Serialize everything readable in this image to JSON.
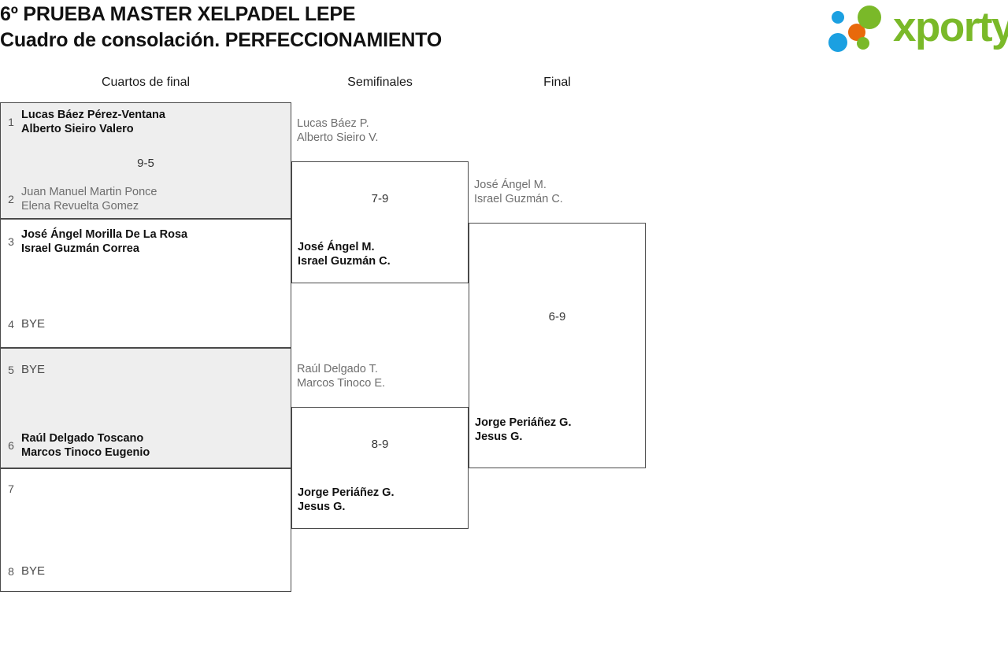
{
  "header": {
    "title_line1": "6º PRUEBA MASTER XELPADEL LEPE",
    "title_line2": "Cuadro de consolación. PERFECCIONAMIENTO"
  },
  "brand": {
    "name": "xporty",
    "colors": {
      "green": "#7ab929",
      "blue": "#1ba0e1",
      "orange": "#e8690b"
    }
  },
  "columns": {
    "round1": "Cuartos de final",
    "round2": "Semifinales",
    "round3": "Final"
  },
  "bracket": {
    "round1": [
      {
        "score": "9-5",
        "shaded": true,
        "top": {
          "seed": "1",
          "line1": "Lucas Báez Pérez-Ventana",
          "line2": "Alberto Sieiro Valero",
          "status": "winner"
        },
        "bottom": {
          "seed": "2",
          "line1": "Juan Manuel Martin Ponce",
          "line2": "Elena Revuelta Gomez",
          "status": "loser"
        }
      },
      {
        "score": "",
        "shaded": false,
        "top": {
          "seed": "3",
          "line1": "José Ángel Morilla De La Rosa",
          "line2": "Israel Guzmán Correa",
          "status": "winner"
        },
        "bottom": {
          "seed": "4",
          "line1": "BYE",
          "line2": "",
          "status": "bye"
        }
      },
      {
        "score": "",
        "shaded": true,
        "top": {
          "seed": "5",
          "line1": "BYE",
          "line2": "",
          "status": "bye"
        },
        "bottom": {
          "seed": "6",
          "line1": "Raúl Delgado Toscano",
          "line2": "Marcos Tinoco Eugenio",
          "status": "winner"
        }
      },
      {
        "score": "",
        "shaded": false,
        "top": {
          "seed": "7",
          "line1": "",
          "line2": "",
          "status": "empty"
        },
        "bottom": {
          "seed": "8",
          "line1": "BYE",
          "line2": "",
          "status": "bye"
        }
      }
    ],
    "round2": [
      {
        "score": "7-9",
        "top": {
          "line1": "Lucas Báez P.",
          "line2": "Alberto Sieiro V.",
          "status": "loser"
        },
        "bottom": {
          "line1": "José Ángel M.",
          "line2": "Israel Guzmán C.",
          "status": "winner"
        }
      },
      {
        "score": "8-9",
        "top": {
          "line1": "Raúl Delgado T.",
          "line2": "Marcos Tinoco E.",
          "status": "loser"
        },
        "bottom": {
          "line1": "Jorge Periáñez G.",
          "line2": "Jesus G.",
          "status": "winner"
        }
      }
    ],
    "round3": [
      {
        "score": "6-9",
        "top": {
          "line1": "José Ángel M.",
          "line2": "Israel Guzmán C.",
          "status": "loser"
        },
        "bottom": {
          "line1": "Jorge Periáñez G.",
          "line2": "Jesus G.",
          "status": "winner"
        }
      }
    ]
  }
}
